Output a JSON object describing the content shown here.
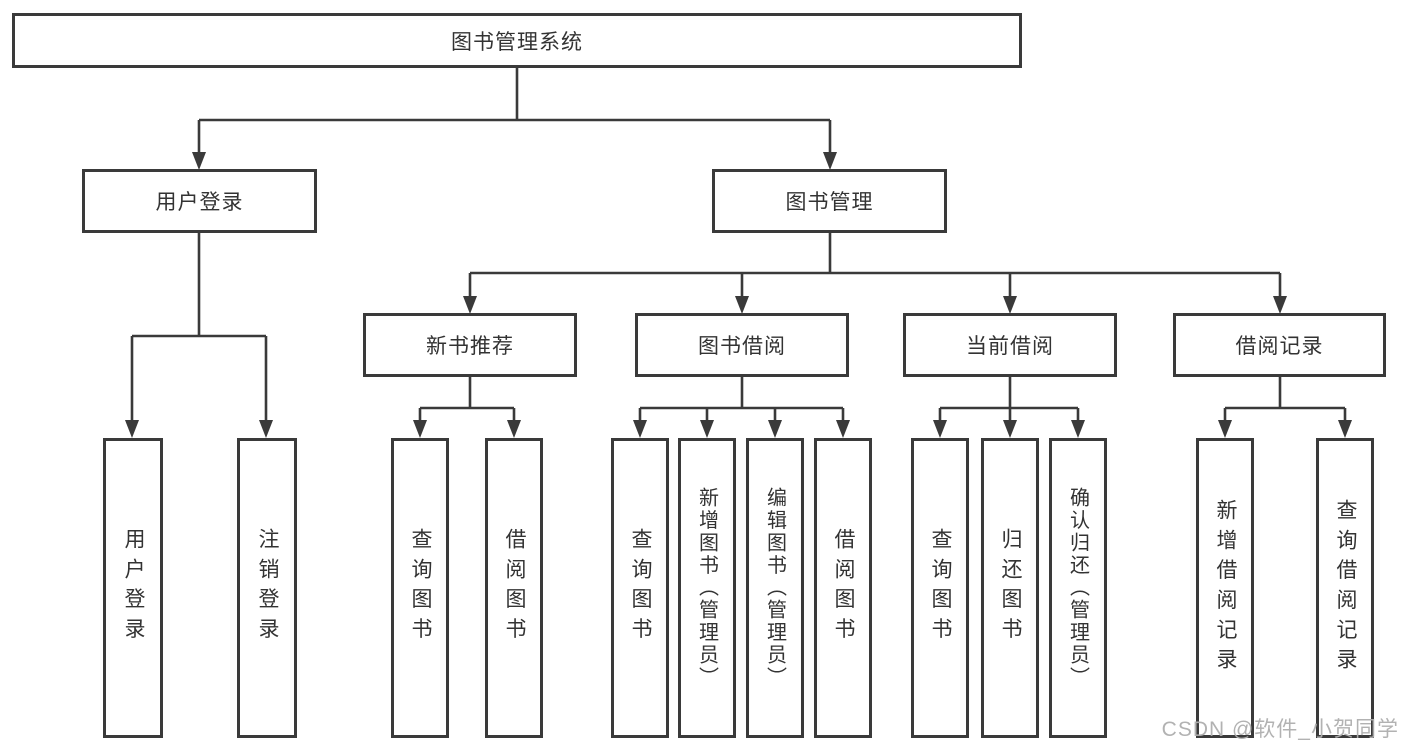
{
  "diagram": {
    "type": "hierarchy-tree",
    "colors": {
      "line": "#3a3a3a",
      "box_border": "#3a3a3a",
      "text": "#333333",
      "background": "#ffffff",
      "watermark": "#aeaeae"
    }
  },
  "nodes": {
    "root": {
      "label": "图书管理系统"
    },
    "login": {
      "label": "用户登录"
    },
    "mgmt": {
      "label": "图书管理"
    },
    "rec": {
      "label": "新书推荐"
    },
    "borrow": {
      "label": "图书借阅"
    },
    "current": {
      "label": "当前借阅"
    },
    "records": {
      "label": "借阅记录"
    },
    "leaf_login": {
      "label": "用户登录"
    },
    "leaf_logout": {
      "label": "注销登录"
    },
    "rec_query": {
      "label": "查询图书"
    },
    "rec_borrow": {
      "label": "借阅图书"
    },
    "bor_query": {
      "label": "查询图书"
    },
    "bor_add": {
      "label": "新增图书（管理员）"
    },
    "bor_edit": {
      "label": "编辑图书（管理员）"
    },
    "bor_borrow": {
      "label": "借阅图书"
    },
    "cur_query": {
      "label": "查询图书"
    },
    "cur_return": {
      "label": "归还图书"
    },
    "cur_confirm": {
      "label": "确认归还（管理员）"
    },
    "recd_add": {
      "label": "新增借阅记录"
    },
    "recd_query": {
      "label": "查询借阅记录"
    }
  },
  "hierarchy": {
    "root": "图书管理系统",
    "children": [
      {
        "label": "用户登录",
        "children": [
          "用户登录",
          "注销登录"
        ]
      },
      {
        "label": "图书管理",
        "children": [
          {
            "label": "新书推荐",
            "children": [
              "查询图书",
              "借阅图书"
            ]
          },
          {
            "label": "图书借阅",
            "children": [
              "查询图书",
              "新增图书（管理员）",
              "编辑图书（管理员）",
              "借阅图书"
            ]
          },
          {
            "label": "当前借阅",
            "children": [
              "查询图书",
              "归还图书",
              "确认归还（管理员）"
            ]
          },
          {
            "label": "借阅记录",
            "children": [
              "新增借阅记录",
              "查询借阅记录"
            ]
          }
        ]
      }
    ]
  },
  "watermark": {
    "text": "CSDN @软件_小贺同学"
  }
}
